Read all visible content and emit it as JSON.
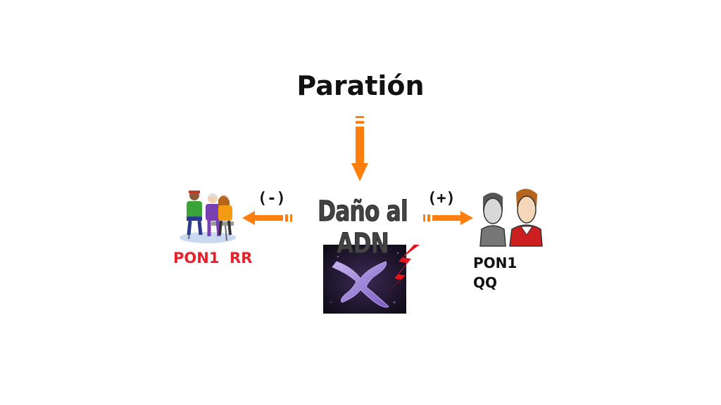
{
  "diagram": {
    "title": "Paratión",
    "center_label": "Daño al ADN",
    "negative_label": "(-)",
    "positive_label": "(+)",
    "left_genotype": "PON1  RR",
    "right_genotype_line1": "PON1",
    "right_genotype_line2": "QQ"
  },
  "colors": {
    "arrow": "#ff7f0e",
    "left_genotype": "#e8202a",
    "right_genotype": "#111111",
    "chromosome": "#9b7fd0",
    "lightning": "#e8141c"
  },
  "icons": {
    "people_left": "group-of-people-icon",
    "people_right": "two-men-icon",
    "chromosome": "chromosome-image",
    "damage": "lightning-bolt-icon"
  }
}
